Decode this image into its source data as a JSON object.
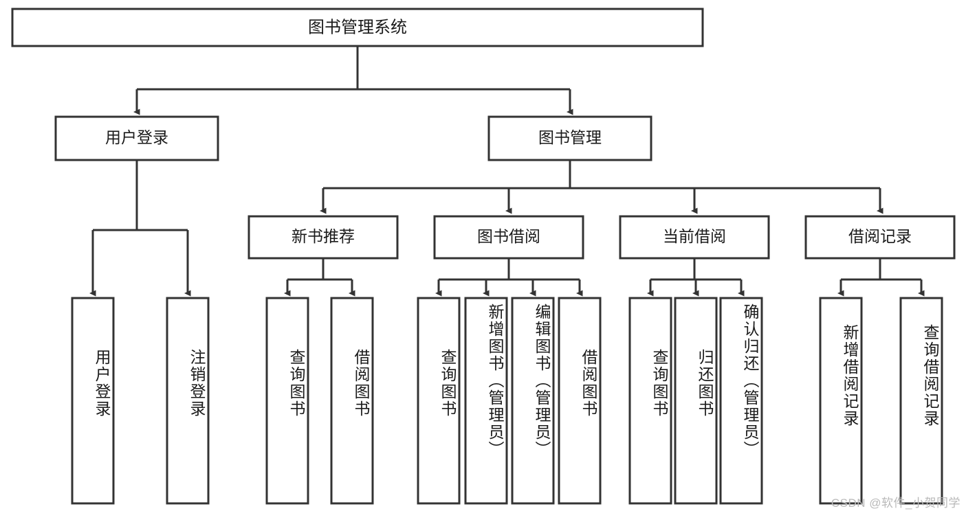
{
  "diagram": {
    "type": "tree-hierarchy",
    "title": "图书管理系统",
    "root": {
      "id": "root",
      "label": "图书管理系统"
    },
    "level2": [
      {
        "id": "user-login",
        "label": "用户登录"
      },
      {
        "id": "book-manage",
        "label": "图书管理"
      }
    ],
    "level3": [
      {
        "id": "new-book-recommend",
        "label": "新书推荐",
        "parent": "book-manage"
      },
      {
        "id": "book-borrow",
        "label": "图书借阅",
        "parent": "book-manage"
      },
      {
        "id": "current-borrow",
        "label": "当前借阅",
        "parent": "book-manage"
      },
      {
        "id": "borrow-record",
        "label": "借阅记录",
        "parent": "book-manage"
      }
    ],
    "leaves": [
      {
        "id": "leaf-user-login",
        "label": "用户登录",
        "parent": "user-login"
      },
      {
        "id": "leaf-logout-login",
        "label": "注销登录",
        "parent": "user-login"
      },
      {
        "id": "leaf-query-book-1",
        "label": "查询图书",
        "parent": "new-book-recommend"
      },
      {
        "id": "leaf-borrow-book-1",
        "label": "借阅图书",
        "parent": "new-book-recommend"
      },
      {
        "id": "leaf-query-book-2",
        "label": "查询图书",
        "parent": "book-borrow"
      },
      {
        "id": "leaf-add-book",
        "label": "新增图书（管理员）",
        "parent": "book-borrow"
      },
      {
        "id": "leaf-edit-book",
        "label": "编辑图书（管理员）",
        "parent": "book-borrow"
      },
      {
        "id": "leaf-borrow-book-2",
        "label": "借阅图书",
        "parent": "book-borrow"
      },
      {
        "id": "leaf-query-book-3",
        "label": "查询图书",
        "parent": "current-borrow"
      },
      {
        "id": "leaf-return-book",
        "label": "归还图书",
        "parent": "current-borrow"
      },
      {
        "id": "leaf-confirm-return",
        "label": "确认归还（管理员）",
        "parent": "current-borrow"
      },
      {
        "id": "leaf-add-record",
        "label": "新增借阅记录",
        "parent": "borrow-record"
      },
      {
        "id": "leaf-query-record",
        "label": "查询借阅记录",
        "parent": "borrow-record"
      }
    ],
    "colors": {
      "background": "#ffffff",
      "box_fill": "#ffffff",
      "box_stroke": "#333333",
      "connector": "#333333",
      "text": "#1a1a1a",
      "watermark": "#b9b9b9"
    }
  },
  "watermark": {
    "text": "CSDN @软件_小贺同学"
  }
}
